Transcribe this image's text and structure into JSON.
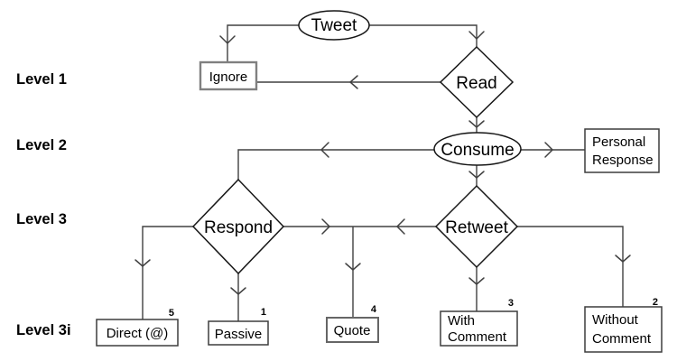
{
  "diagram": {
    "background": "#ffffff",
    "colors": {
      "line": "#404040",
      "shape_stroke": "#161616",
      "box_stroke": "#3d3d3d",
      "ignore_border": "#808080",
      "quote_border": "#666666",
      "text": "#000000"
    },
    "levels": [
      {
        "label": "Level 1"
      },
      {
        "label": "Level 2"
      },
      {
        "label": "Level 3"
      },
      {
        "label": "Level 3i"
      }
    ],
    "nodes": {
      "tweet": {
        "label": "Tweet",
        "shape": "oval"
      },
      "ignore": {
        "label": "Ignore",
        "shape": "rectangle"
      },
      "read": {
        "label": "Read",
        "shape": "diamond"
      },
      "consume": {
        "label": "Consume",
        "shape": "oval"
      },
      "personal_response": {
        "line1": "Personal",
        "line2": "Response",
        "shape": "rectangle"
      },
      "respond": {
        "label": "Respond",
        "shape": "diamond"
      },
      "retweet": {
        "label": "Retweet",
        "shape": "diamond"
      },
      "direct": {
        "label": "Direct (@)",
        "superscript": "5",
        "shape": "rectangle"
      },
      "passive": {
        "label": "Passive",
        "superscript": "1",
        "shape": "rectangle"
      },
      "quote": {
        "label": "Quote",
        "superscript": "4",
        "shape": "rectangle"
      },
      "with_comment": {
        "line1": "With",
        "line2": "Comment",
        "superscript": "3",
        "shape": "rectangle"
      },
      "without_comment": {
        "line1": "Without",
        "line2": "Comment",
        "superscript": "2",
        "shape": "rectangle"
      }
    },
    "edges": [
      {
        "from": "Tweet",
        "to": "Ignore"
      },
      {
        "from": "Tweet",
        "to": "Read"
      },
      {
        "from": "Read",
        "to": "Ignore"
      },
      {
        "from": "Read",
        "to": "Consume"
      },
      {
        "from": "Consume",
        "to": "Personal Response"
      },
      {
        "from": "Consume",
        "to": "Respond"
      },
      {
        "from": "Consume",
        "to": "Retweet"
      },
      {
        "from": "Respond",
        "to": "Direct (@)"
      },
      {
        "from": "Respond",
        "to": "Passive"
      },
      {
        "from": "Respond",
        "to": "Quote"
      },
      {
        "from": "Retweet",
        "to": "Quote"
      },
      {
        "from": "Retweet",
        "to": "With Comment"
      },
      {
        "from": "Retweet",
        "to": "Without Comment"
      }
    ]
  }
}
